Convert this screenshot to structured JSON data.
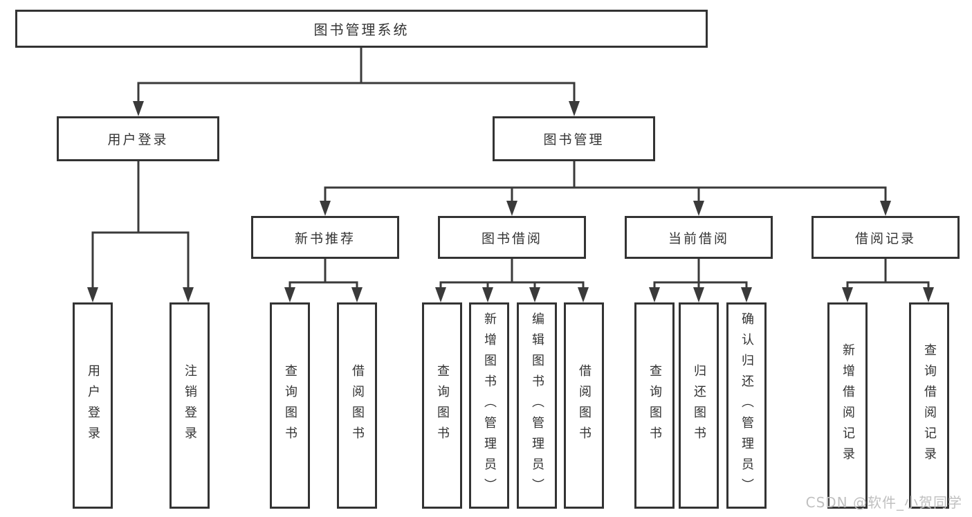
{
  "diagram": {
    "title": "图书管理系统",
    "watermark": "CSDN @软件_小贺同学",
    "colors": {
      "line": "#3a3a3a",
      "border": "#333333",
      "text": "#333333",
      "watermark": "#c0c0c0",
      "background": "#ffffff"
    },
    "nodes": {
      "root": {
        "label": "图书管理系统"
      },
      "user_login": {
        "label": "用户登录"
      },
      "book_management": {
        "label": "图书管理"
      },
      "new_book_recommend": {
        "label": "新书推荐"
      },
      "book_borrow": {
        "label": "图书借阅"
      },
      "current_borrow": {
        "label": "当前借阅"
      },
      "borrow_records": {
        "label": "借阅记录"
      },
      "leaf_user_login": {
        "label": "用户登录"
      },
      "leaf_logout": {
        "label": "注销登录"
      },
      "leaf_query_books_1": {
        "label": "查询图书"
      },
      "leaf_borrow_books_1": {
        "label": "借阅图书"
      },
      "leaf_query_books_2": {
        "label": "查询图书"
      },
      "leaf_add_book_admin": {
        "label": "新增图书（管理员）"
      },
      "leaf_edit_book_admin": {
        "label": "编辑图书（管理员）"
      },
      "leaf_borrow_books_2": {
        "label": "借阅图书"
      },
      "leaf_query_books_3": {
        "label": "查询图书"
      },
      "leaf_return_book": {
        "label": "归还图书"
      },
      "leaf_confirm_return_admin": {
        "label": "确认归还（管理员）"
      },
      "leaf_add_borrow_record": {
        "label": "新增借阅记录"
      },
      "leaf_query_borrow_record": {
        "label": "查询借阅记录"
      }
    },
    "hierarchy": {
      "图书管理系统": {
        "用户登录": [
          "用户登录",
          "注销登录"
        ],
        "图书管理": {
          "新书推荐": [
            "查询图书",
            "借阅图书"
          ],
          "图书借阅": [
            "查询图书",
            "新增图书（管理员）",
            "编辑图书（管理员）",
            "借阅图书"
          ],
          "当前借阅": [
            "查询图书",
            "归还图书",
            "确认归还（管理员）"
          ],
          "借阅记录": [
            "新增借阅记录",
            "查询借阅记录"
          ]
        }
      }
    }
  }
}
